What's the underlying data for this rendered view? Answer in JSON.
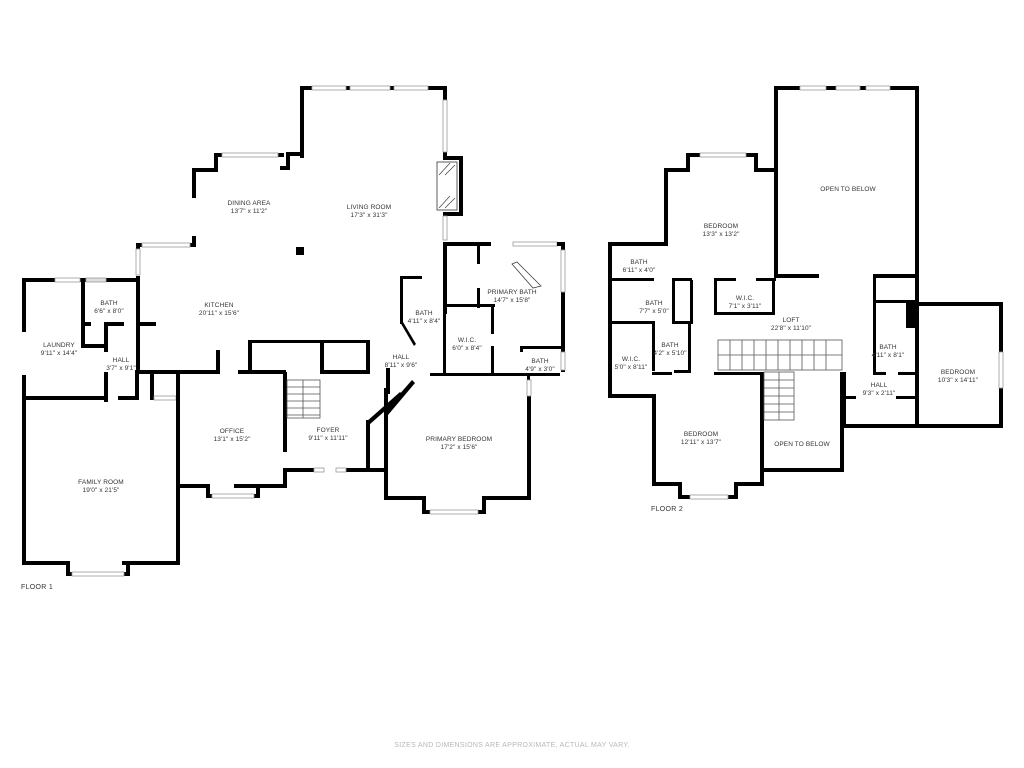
{
  "floor1": {
    "label": "FLOOR 1",
    "rooms": [
      {
        "name": "DINING AREA",
        "dims": "13'7\" x 11'2\""
      },
      {
        "name": "LIVING ROOM",
        "dims": "17'3\" x 31'3\""
      },
      {
        "name": "KITCHEN",
        "dims": "20'11\" x 15'6\""
      },
      {
        "name": "BATH",
        "dims": "6'6\" x 8'0\""
      },
      {
        "name": "LAUNDRY",
        "dims": "9'11\" x 14'4\""
      },
      {
        "name": "HALL",
        "dims": "3'7\" x 9'1\""
      },
      {
        "name": "FAMILY ROOM",
        "dims": "19'0\" x 21'5\""
      },
      {
        "name": "OFFICE",
        "dims": "13'1\" x 15'2\""
      },
      {
        "name": "FOYER",
        "dims": "9'11\" x 11'11\""
      },
      {
        "name": "HALL",
        "dims": "8'11\" x 9'6\""
      },
      {
        "name": "BATH",
        "dims": "4'11\" x 8'4\""
      },
      {
        "name": "W.I.C.",
        "dims": "6'0\" x 8'4\""
      },
      {
        "name": "PRIMARY BATH",
        "dims": "14'7\" x 15'8\""
      },
      {
        "name": "BATH",
        "dims": "4'9\" x 3'0\""
      },
      {
        "name": "PRIMARY BEDROOM",
        "dims": "17'2\" x 15'6\""
      }
    ]
  },
  "floor2": {
    "label": "FLOOR 2",
    "rooms": [
      {
        "name": "BEDROOM",
        "dims": "13'3\" x 13'2\""
      },
      {
        "name": "OPEN TO BELOW",
        "dims": ""
      },
      {
        "name": "BATH",
        "dims": "6'11\" x 4'0\""
      },
      {
        "name": "BATH",
        "dims": "7'7\" x 5'0\""
      },
      {
        "name": "W.I.C.",
        "dims": "7'1\" x 3'11\""
      },
      {
        "name": "LOFT",
        "dims": "22'8\" x 11'10\""
      },
      {
        "name": "W.I.C.",
        "dims": "5'0\" x 8'11\""
      },
      {
        "name": "BATH",
        "dims": "4'2\" x 5'10\""
      },
      {
        "name": "BATH",
        "dims": "4'11\" x 8'1\""
      },
      {
        "name": "BEDROOM",
        "dims": "10'3\" x 14'11\""
      },
      {
        "name": "HALL",
        "dims": "9'3\" x 2'11\""
      },
      {
        "name": "BEDROOM",
        "dims": "12'11\" x 13'7\""
      },
      {
        "name": "OPEN TO BELOW",
        "dims": ""
      }
    ]
  },
  "footer": {
    "disclaimer": "SIZES AND DIMENSIONS ARE APPROXIMATE, ACTUAL MAY VARY."
  }
}
